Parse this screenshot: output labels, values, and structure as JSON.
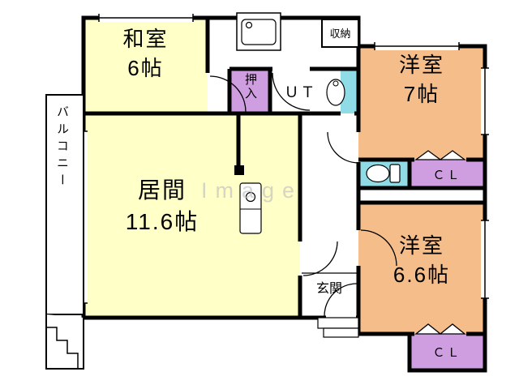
{
  "colors": {
    "tatami": "#ffffc8",
    "peach": "#f5bd8a",
    "purple": "#cf9ee0",
    "water": "#8fdce6",
    "watermark": "#c0c0c0"
  },
  "rooms": {
    "washitsu": {
      "name": "和室",
      "size": "6帖"
    },
    "living": {
      "name": "居間",
      "size": "11.6帖"
    },
    "bedroom7": {
      "name": "洋室",
      "size": "7帖"
    },
    "bedroom66": {
      "name": "洋室",
      "size": "6.6帖"
    }
  },
  "labels": {
    "ut": "ＵＴ",
    "oshiire": "押入",
    "shunou": "収納",
    "cl_top": "ＣＬ",
    "cl_bottom": "ＣＬ",
    "genkan": "玄関",
    "balcony": "バルコニー"
  },
  "watermark": "Image"
}
